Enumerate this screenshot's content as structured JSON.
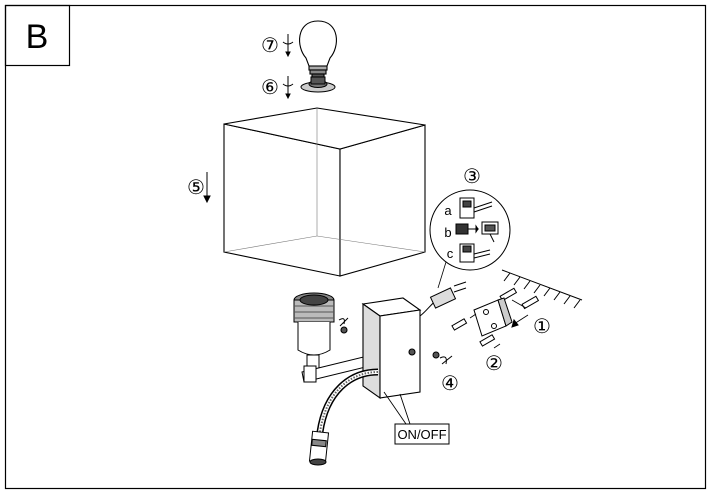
{
  "panel": {
    "label": "B"
  },
  "steps": [
    {
      "id": "step-1",
      "label": "①"
    },
    {
      "id": "step-2",
      "label": "②"
    },
    {
      "id": "step-3",
      "label": "③"
    },
    {
      "id": "step-4",
      "label": "④"
    },
    {
      "id": "step-5",
      "label": "⑤"
    },
    {
      "id": "step-6",
      "label": "⑥"
    },
    {
      "id": "step-7",
      "label": "⑦"
    }
  ],
  "sub_steps": [
    {
      "id": "sub-a",
      "label": "a"
    },
    {
      "id": "sub-b",
      "label": "b"
    },
    {
      "id": "sub-c",
      "label": "c"
    }
  ],
  "switch": {
    "label": "ON/OFF"
  },
  "colors": {
    "line": "#000000",
    "background": "#ffffff",
    "mid_gray": "#888888",
    "dark_gray": "#333333"
  }
}
